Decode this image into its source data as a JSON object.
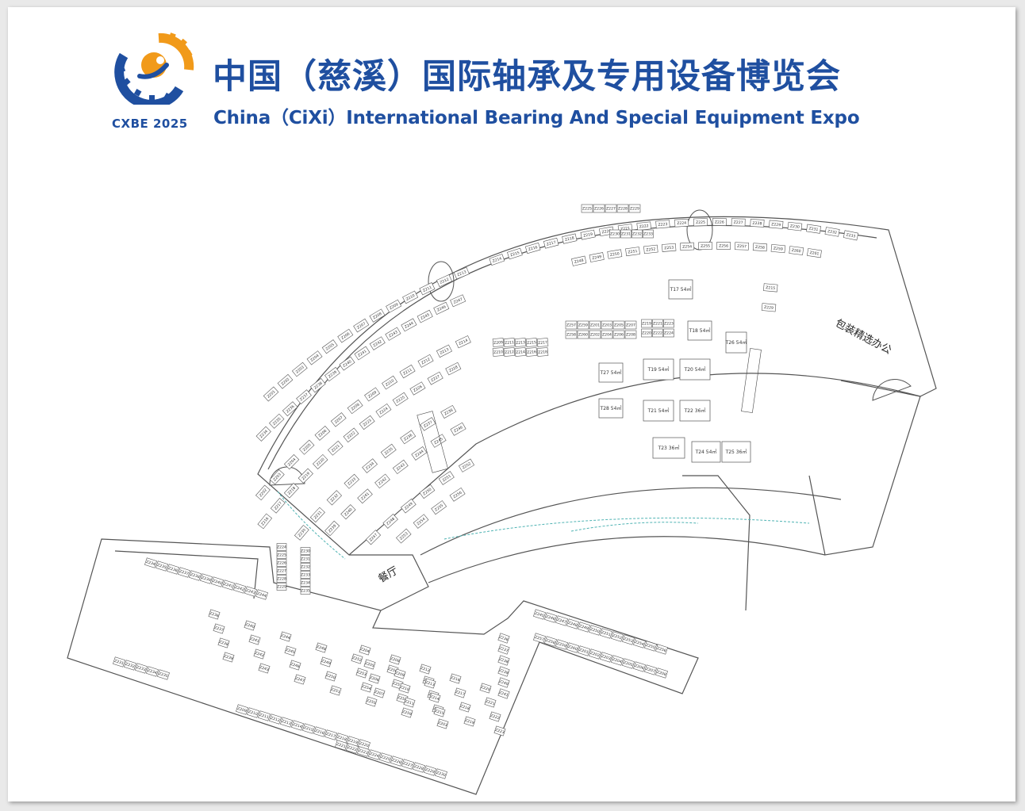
{
  "header": {
    "title_cn": "中国（慈溪）国际轴承及专用设备博览会",
    "title_en": "China（CiXi）International Bearing And Special Equipment Expo"
  },
  "logo": {
    "text_part1": "CXBE",
    "text_part2": "2025",
    "icon": "gear-bearing-logo-icon",
    "colors": {
      "blue": "#1f4fa0",
      "orange": "#f19a1a"
    }
  },
  "floorplan": {
    "label_packing": "包装精选办公",
    "label_restaurant": "餐厅",
    "booth_labels": [
      "Z201",
      "Z202",
      "Z203",
      "Z204",
      "Z205",
      "Z206",
      "Z207",
      "Z208",
      "Z209",
      "Z210",
      "Z211",
      "Z212",
      "Z213",
      "Z214",
      "Z215",
      "Z216",
      "Z217",
      "Z218",
      "Z219",
      "Z220",
      "Z221",
      "Z222",
      "Z223",
      "Z224",
      "Z225",
      "Z226",
      "Z227",
      "Z228",
      "Z229",
      "Z230",
      "Z231",
      "Z232",
      "Z233",
      "Z234",
      "Z235",
      "Z236",
      "Z237",
      "Z238",
      "Z239",
      "Z240",
      "Z241",
      "Z242",
      "Z243",
      "Z244",
      "Z245",
      "Z246",
      "Z247",
      "Z248",
      "Z249",
      "Z250",
      "Z251",
      "Z252",
      "Z253",
      "Z254",
      "Z255",
      "Z256",
      "Z257",
      "Z258",
      "Z259",
      "Z260"
    ],
    "special_booths": [
      "T17 54㎡",
      "T18 54㎡",
      "T19 54㎡",
      "T20 54㎡",
      "T21 54㎡",
      "T22 36㎡",
      "T23 36㎡",
      "T24 54㎡",
      "T25 36㎡",
      "T26 54㎡",
      "T27 54㎡",
      "T28 54㎡"
    ],
    "colors": {
      "line": "#5a5a5a",
      "accent": "#4fb3b3"
    }
  }
}
